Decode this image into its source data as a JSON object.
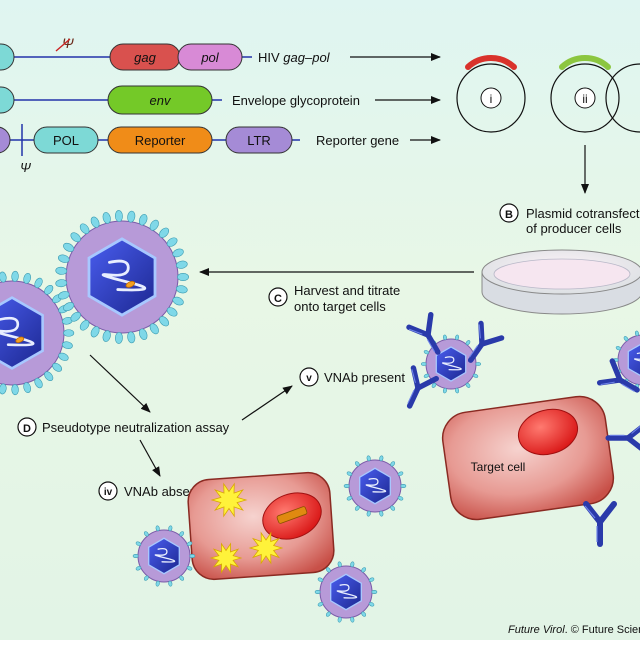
{
  "constructs": [
    {
      "segments": [
        "gag",
        "pol"
      ],
      "label_prefix": "HIV ",
      "label_italic": "gag–pol",
      "psi": "Ψ"
    },
    {
      "segments": [
        "env"
      ],
      "label": "Envelope glycoprotein"
    },
    {
      "segments": [
        "POL",
        "Reporter",
        "LTR"
      ],
      "label": "Reporter gene",
      "psi": "Ψ"
    }
  ],
  "plasmids": [
    {
      "numeral": "i",
      "arc_color": "#d9322b"
    },
    {
      "numeral": "ii",
      "arc_color": "#8cc63f"
    }
  ],
  "steps": {
    "b": {
      "letter": "B",
      "line1": "Plasmid cotransfection",
      "line2": "of producer cells"
    },
    "c": {
      "letter": "C",
      "line1": "Harvest and titrate",
      "line2": "onto target cells"
    },
    "d": {
      "letter": "D",
      "text": "Pseudotype neutralization assay"
    },
    "iv": {
      "letter": "iv",
      "text": "VNAb absent"
    },
    "v": {
      "letter": "v",
      "text": "VNAb present"
    }
  },
  "target_cell_label": "Target cell",
  "credit": {
    "journal": "Future Virol",
    "rest": ". © Future Science Group"
  },
  "colors": {
    "gag": "#d9514e",
    "pol": "#d88ad6",
    "env": "#74c928",
    "POL": "#7dd9d6",
    "Reporter": "#f08c18",
    "LTR": "#a58bd6",
    "ltr_left": "#7dd9d6",
    "capsid": "#3344cc",
    "envelope": "#b79ad8",
    "spike": "#7fd8e8",
    "cell": "#d8504a",
    "nucleus": "#ee2a2a",
    "antibody": "#2a3aaa"
  }
}
